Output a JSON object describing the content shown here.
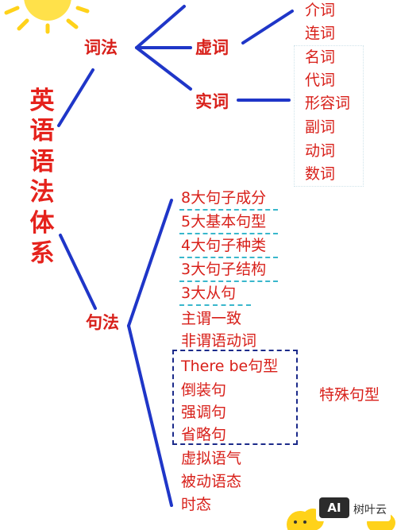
{
  "root": {
    "label": "英语语法体系",
    "chars": [
      "英",
      "语",
      "语",
      "法",
      "体",
      "系"
    ]
  },
  "branches": {
    "morphology": {
      "label": "词法",
      "function_words": {
        "label": "虚词",
        "items": [
          "介词",
          "连词"
        ]
      },
      "content_words": {
        "label": "实词",
        "items": [
          "名词",
          "代词",
          "形容词",
          "副词",
          "动词",
          "数词"
        ]
      }
    },
    "syntax": {
      "label": "句法",
      "items": [
        "8大句子成分",
        "5大基本句型",
        "4大句子种类",
        "3大句子结构",
        "3大从句",
        "主谓一致",
        "非谓语动词",
        "There be句型",
        "倒装句",
        "强调句",
        "省略句",
        "虚拟语气",
        "被动语态",
        "时态"
      ],
      "special_group_label": "特殊句型"
    }
  },
  "watermark": {
    "ai": "AI",
    "text": "树叶云"
  },
  "colors": {
    "text": "#d8201a",
    "lines": "#1f36c8",
    "dash_box": "#1b2a8a",
    "underline": "#39b7cc",
    "sun": "#ffd21a"
  }
}
